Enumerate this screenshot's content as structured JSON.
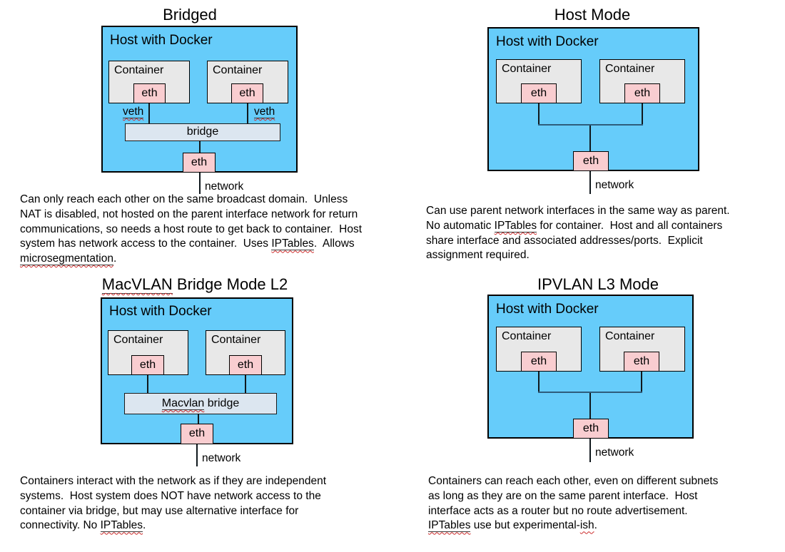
{
  "colors": {
    "host_box_fill": "#66CCFA",
    "container_fill": "#E8E8E8",
    "eth_fill": "#F9CDD0",
    "bridge_fill": "#DCE6F0",
    "border": "#000000",
    "connector_line": "#10181D",
    "connector_hline": "#2E5D7C",
    "spellcheck_squiggle": "#CC2B2B",
    "text": "#000000"
  },
  "panels": [
    {
      "id": "bridged",
      "title": [
        {
          "t": "Bridged"
        }
      ],
      "host_box_label": "Host with Docker",
      "containers": [
        {
          "label": "Container",
          "eth_label": "eth"
        },
        {
          "label": "Container",
          "eth_label": "eth"
        }
      ],
      "veth_labels": [
        [
          {
            "t": "veth",
            "m": "us"
          }
        ],
        [
          {
            "t": "veth",
            "m": "us"
          }
        ]
      ],
      "bridge_label": [
        {
          "t": "bridge"
        }
      ],
      "host_eth_label": "eth",
      "network_label": "network",
      "description": [
        [
          {
            "t": "Can only reach each other on the same broadcast domain.  Unless"
          }
        ],
        [
          {
            "t": "NAT is disabled, not hosted on the parent interface network for return"
          }
        ],
        [
          {
            "t": "communications, so needs a host route to get back to container.  Host"
          }
        ],
        [
          {
            "t": "system has network access to the container.  Uses "
          },
          {
            "t": "IPTables",
            "m": "us"
          },
          {
            "t": ".  Allows"
          }
        ],
        [
          {
            "t": "microsegmentation",
            "m": "us"
          },
          {
            "t": "."
          }
        ]
      ]
    },
    {
      "id": "host-mode",
      "title": [
        {
          "t": "Host Mode"
        }
      ],
      "host_box_label": "Host with Docker",
      "containers": [
        {
          "label": "Container",
          "eth_label": "eth"
        },
        {
          "label": "Container",
          "eth_label": "eth"
        }
      ],
      "host_eth_label": "eth",
      "network_label": "network",
      "description": [
        [
          {
            "t": "Can use parent network interfaces in the same way as parent."
          }
        ],
        [
          {
            "t": "No automatic "
          },
          {
            "t": "IPTables",
            "m": "us"
          },
          {
            "t": " for container.  Host and all containers"
          }
        ],
        [
          {
            "t": "share interface and associated addresses/ports.  Explicit"
          }
        ],
        [
          {
            "t": "assignment required."
          }
        ]
      ]
    },
    {
      "id": "macvlan-bridge-l2",
      "title": [
        {
          "t": "MacVLAN",
          "m": "us"
        },
        {
          "t": " Bridge Mode L2"
        }
      ],
      "host_box_label": "Host with Docker",
      "containers": [
        {
          "label": "Container",
          "eth_label": "eth"
        },
        {
          "label": "Container",
          "eth_label": "eth"
        }
      ],
      "bridge_label": [
        {
          "t": "Macvlan",
          "m": "us"
        },
        {
          "t": " bridge"
        }
      ],
      "host_eth_label": "eth",
      "network_label": "network",
      "description": [
        [
          {
            "t": "Containers interact with the network as if they are independent"
          }
        ],
        [
          {
            "t": "systems.  Host system does NOT have network access to the"
          }
        ],
        [
          {
            "t": "container via bridge, but may use alternative interface for"
          }
        ],
        [
          {
            "t": "connectivity. No "
          },
          {
            "t": "IPTables",
            "m": "us"
          },
          {
            "t": "."
          }
        ]
      ]
    },
    {
      "id": "ipvlan-l3",
      "title": [
        {
          "t": "IPVLAN L3 Mode"
        }
      ],
      "host_box_label": "Host with Docker",
      "containers": [
        {
          "label": "Container",
          "eth_label": "eth"
        },
        {
          "label": "Container",
          "eth_label": "eth"
        }
      ],
      "host_eth_label": "eth",
      "network_label": "network",
      "description": [
        [
          {
            "t": "Containers can reach each other, even on different subnets"
          }
        ],
        [
          {
            "t": "as long as they are on the same parent interface.  Host"
          }
        ],
        [
          {
            "t": "interface acts as a router but no route advertisement."
          }
        ],
        [
          {
            "t": "IPTables",
            "m": "us"
          },
          {
            "t": " use but experimental-"
          },
          {
            "t": "ish",
            "m": "s"
          },
          {
            "t": "."
          }
        ]
      ]
    }
  ]
}
